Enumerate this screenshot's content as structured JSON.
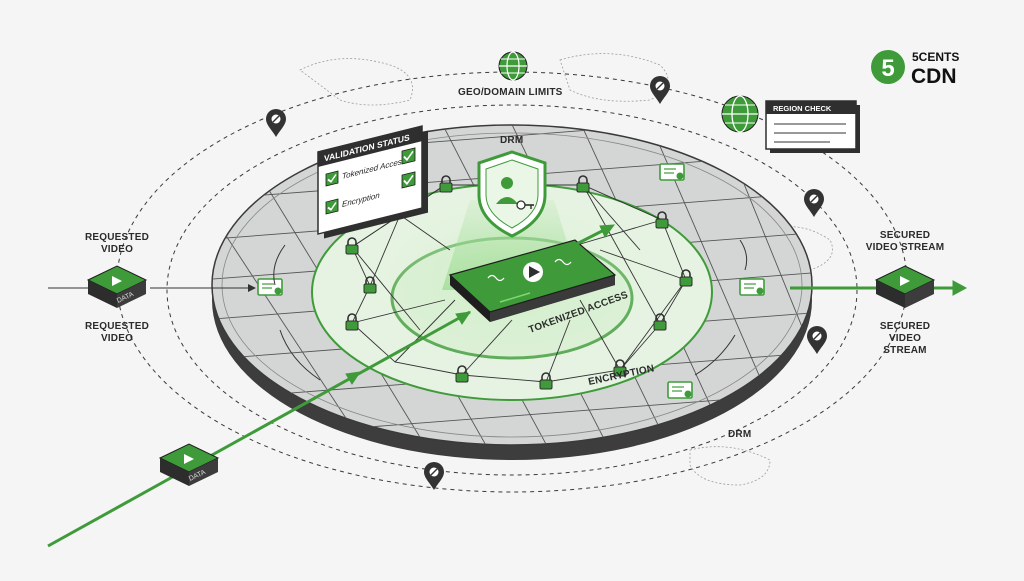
{
  "logo": {
    "digit": "5",
    "line1": "5CENTS",
    "line2": "CDN"
  },
  "labels": {
    "geo_domain_limits": "GEO/DOMAIN LIMITS",
    "drm_top": "DRM",
    "drm_bottom": "DRM",
    "tokenized_access": "TOKENIZED ACCESS",
    "encryption": "ENCRYPTION",
    "requested_video_top": [
      "REQUESTED",
      "VIDEO"
    ],
    "requested_video_bottom": [
      "REQUESTED",
      "VIDEO"
    ],
    "secured_stream_top": [
      "SECURED",
      "VIDEO STREAM"
    ],
    "secured_stream_bottom": [
      "SECURED",
      "VIDEO",
      "STREAM"
    ]
  },
  "validation_panel": {
    "title": "VALIDATION STATUS",
    "items": [
      "Tokenized Access",
      "Encryption"
    ]
  },
  "region_panel": {
    "title": "REGION CHECK"
  },
  "data_chips": [
    "DATA",
    "DATA"
  ],
  "colors": {
    "accent": "#3f9b3a",
    "accent_light": "#d9efd3",
    "dark": "#2f2f2f",
    "disk": "#cfd2d0"
  },
  "icons": [
    "globe-icon",
    "location-pin-icon",
    "padlock-icon",
    "certificate-icon",
    "shield-key-icon",
    "play-icon"
  ]
}
